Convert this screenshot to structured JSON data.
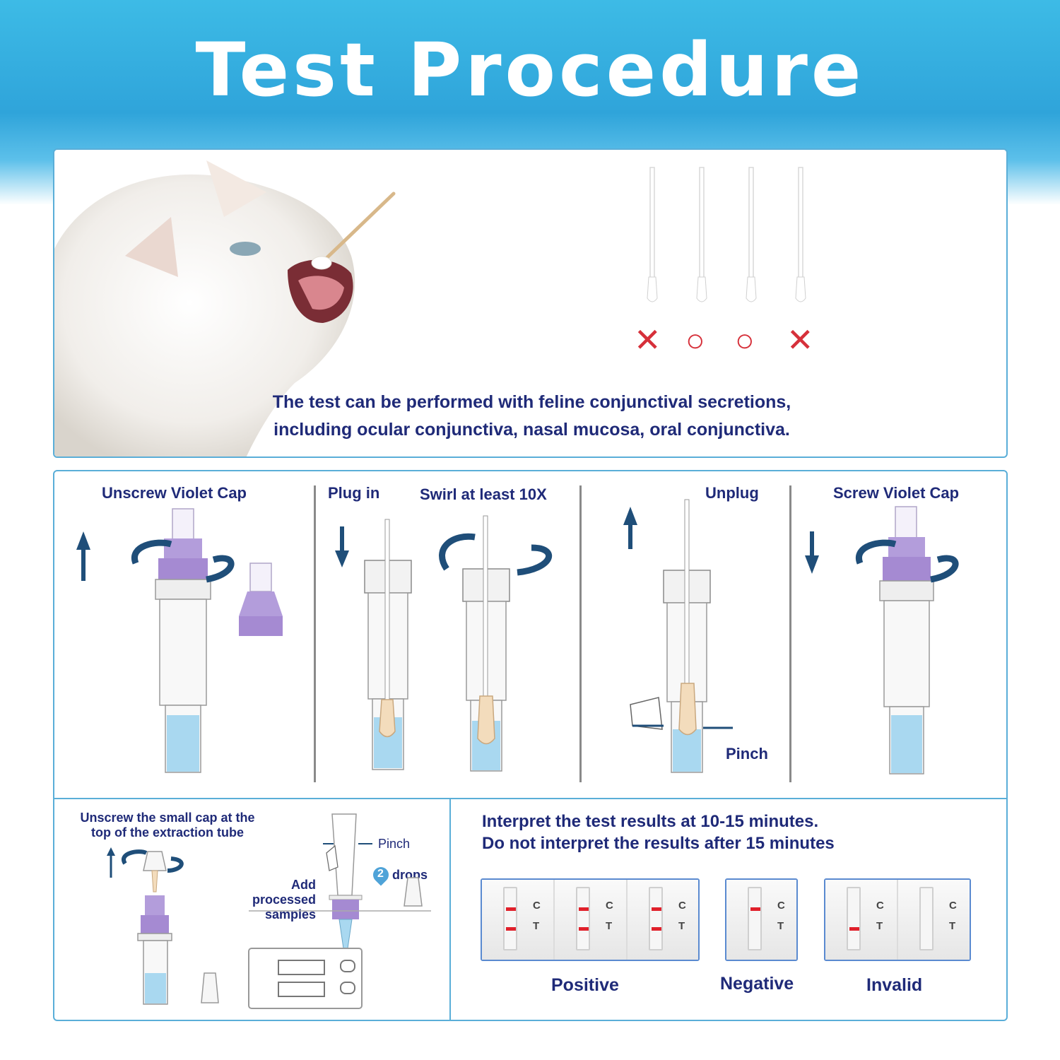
{
  "title": "Test Procedure",
  "sample_panel": {
    "description_lines": [
      "The test can be performed with feline conjunctival secretions,",
      "including ocular conjunctiva, nasal mucosa, oral conjunctiva."
    ],
    "swab_marks": [
      "✕",
      "○",
      "○",
      "✕"
    ]
  },
  "steps": {
    "unscrew_violet_cap": "Unscrew Violet Cap",
    "plug_in": "Plug in",
    "swirl": "Swirl at least 10X",
    "unplug": "Unplug",
    "pinch": "Pinch",
    "screw_violet_cap": "Screw Violet Cap"
  },
  "small_cap": {
    "lines": [
      "Unscrew the small cap at the",
      "top of the extraction tube"
    ],
    "pinch": "Pinch",
    "drops_count": "2",
    "drops": "drops",
    "add_lines": [
      "Add",
      "processed",
      "samples"
    ]
  },
  "interpret": {
    "lines": [
      "Interpret the test results at 10-15 minutes.",
      "Do not interpret the results after 15 minutes"
    ],
    "c_label": "C",
    "t_label": "T",
    "positive": "Positive",
    "negative": "Negative",
    "invalid": "Invalid"
  },
  "colors": {
    "header_blue": "#2fa4da",
    "text_navy": "#1f2a78",
    "violet_cap": "#b39ddb",
    "buffer_blue": "#a9d8f0",
    "arrow_blue": "#1f4e79",
    "result_red": "#e0212b"
  }
}
